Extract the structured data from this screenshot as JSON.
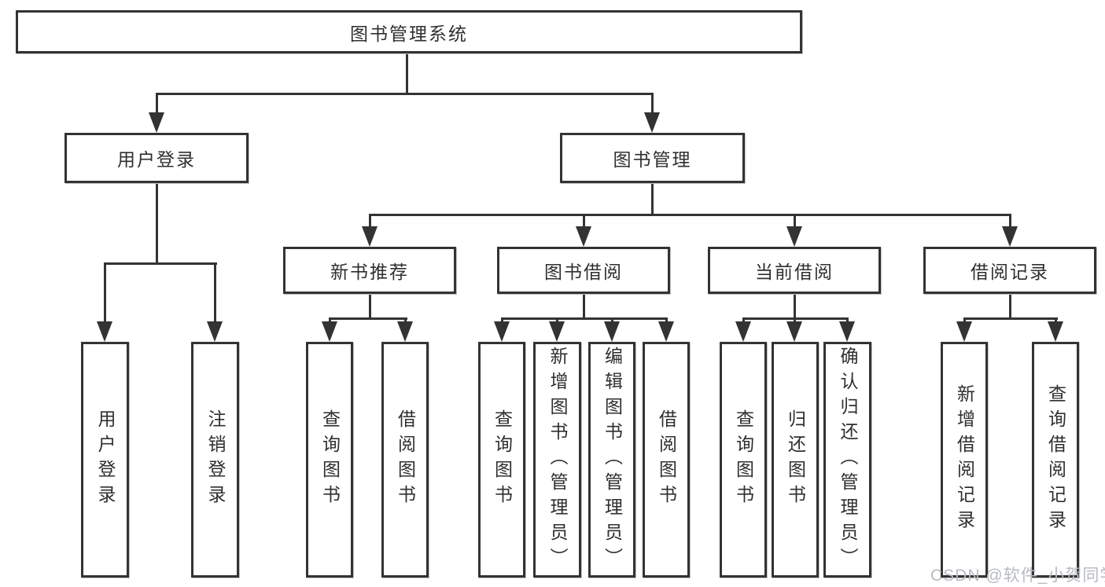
{
  "tree": {
    "root": "图书管理系统",
    "level1": [
      {
        "label": "用户登录",
        "children": [
          "用户登录",
          "注销登录"
        ]
      },
      {
        "label": "图书管理"
      }
    ],
    "level2": [
      {
        "label": "新书推荐",
        "children": [
          "查询图书",
          "借阅图书"
        ]
      },
      {
        "label": "图书借阅",
        "children": [
          "查询图书",
          "新增图书（管理员）",
          "编辑图书（管理员）",
          "借阅图书"
        ]
      },
      {
        "label": "当前借阅",
        "children": [
          "查询图书",
          "归还图书",
          "确认归还（管理员）"
        ]
      },
      {
        "label": "借阅记录",
        "children": [
          "新增借阅记录",
          "查询借阅记录"
        ]
      }
    ],
    "watermark": "CSDN @软件_小贺同学"
  },
  "colors": {
    "line": "#333333",
    "text": "#2f2f2f",
    "watermark": "#b7bbc1",
    "background": "#ffffff"
  }
}
